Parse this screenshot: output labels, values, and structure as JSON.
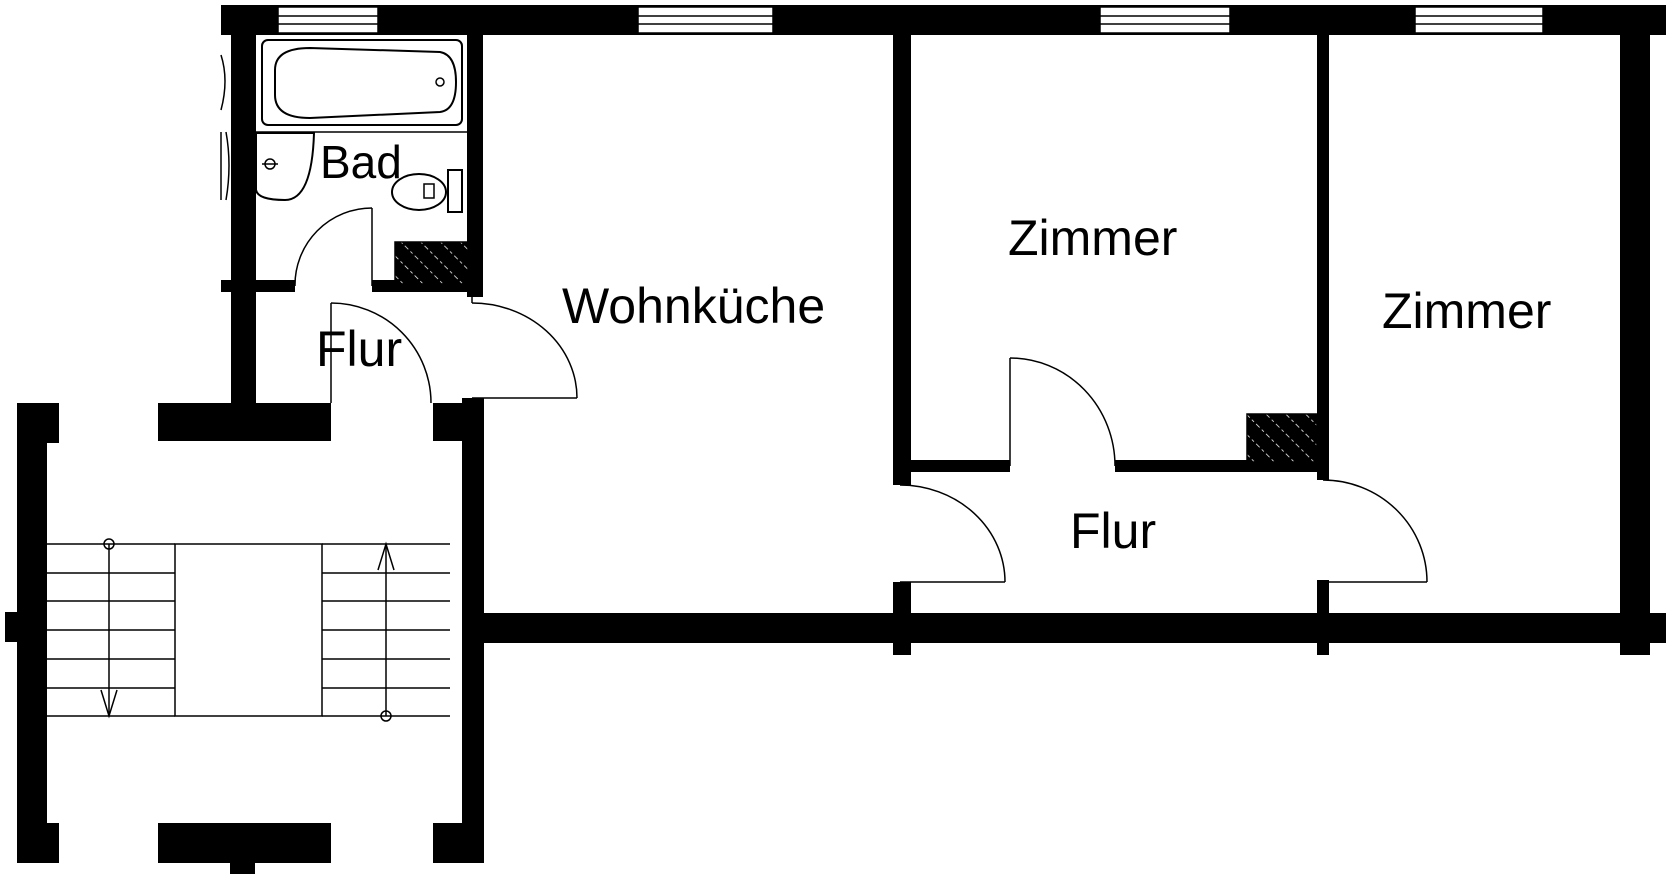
{
  "plan": {
    "rooms": {
      "bath": "Bad",
      "hall_left": "Flur",
      "living_kitchen": "Wohnküche",
      "room_middle": "Zimmer",
      "room_right": "Zimmer",
      "hall_right": "Flur"
    },
    "colors": {
      "wall": "#000000",
      "background": "#ffffff"
    }
  }
}
